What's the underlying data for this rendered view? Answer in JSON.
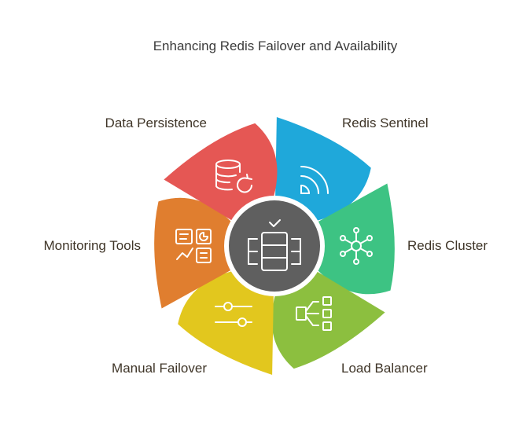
{
  "title": "Enhancing Redis Failover and Availability",
  "center": {
    "icon": "database-server-check-icon",
    "color": "#5f5f5f"
  },
  "segments": [
    {
      "key": "redis-sentinel",
      "label": "Redis Sentinel",
      "color": "#1fa8da",
      "icon": "signal-waves-icon"
    },
    {
      "key": "redis-cluster",
      "label": "Redis Cluster",
      "color": "#3dc383",
      "icon": "network-nodes-icon"
    },
    {
      "key": "load-balancer",
      "label": "Load Balancer",
      "color": "#8cbf3f",
      "icon": "load-distribution-icon"
    },
    {
      "key": "manual-failover",
      "label": "Manual Failover",
      "color": "#e2c71e",
      "icon": "sliders-icon"
    },
    {
      "key": "monitoring-tools",
      "label": "Monitoring Tools",
      "color": "#e07e2f",
      "icon": "dashboard-icon"
    },
    {
      "key": "data-persistence",
      "label": "Data Persistence",
      "color": "#e55754",
      "icon": "database-refresh-icon"
    }
  ]
}
